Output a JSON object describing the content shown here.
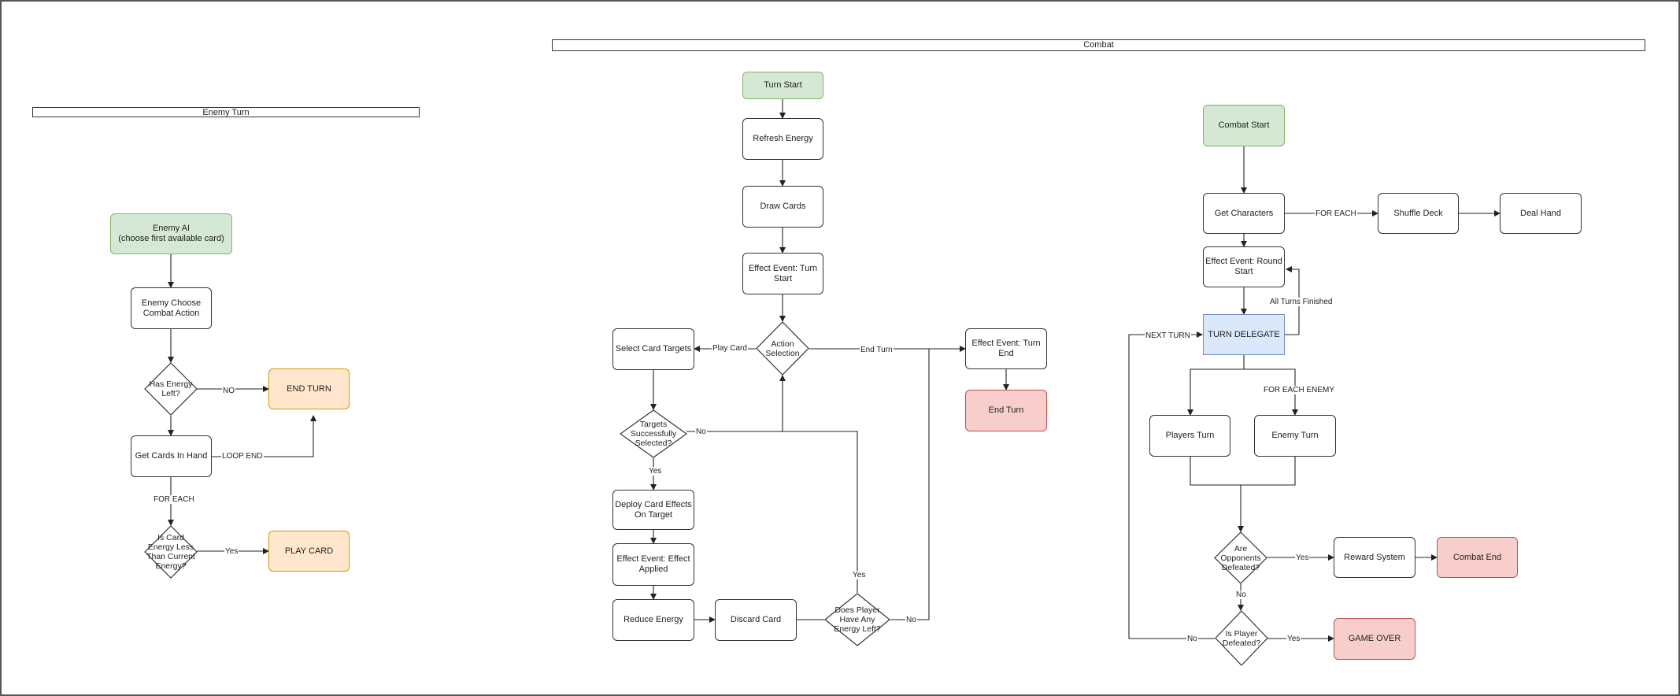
{
  "sections": {
    "enemy_turn": "Enemy Turn",
    "combat": "Combat"
  },
  "nodes": {
    "enemy_ai": "Enemy AI\n(choose first available card)",
    "enemy_choose_combat_action": "Enemy Choose\nCombat Action",
    "has_energy_left": "Has Energy\nLeft?",
    "end_turn_enemy": "END TURN",
    "get_cards_in_hand": "Get Cards In Hand",
    "is_card_energy_less": "Is Card\nEnergy Less\nThan Current\nEnergy?",
    "play_card": "PLAY CARD",
    "turn_start": "Turn Start",
    "refresh_energy": "Refresh Energy",
    "draw_cards": "Draw Cards",
    "effect_event_turn_start": "Effect Event: Turn\nStart",
    "action_selection": "Action\nSelection",
    "select_card_targets": "Select Card Targets",
    "targets_successfully_selected": "Targets\nSuccessfully\nSelected?",
    "deploy_card_effects": "Deploy Card Effects\nOn Target",
    "effect_event_effect_applied": "Effect Event: Effect\nApplied",
    "reduce_energy": "Reduce Energy",
    "discard_card": "Discard Card",
    "does_player_have_energy": "Does Player\nHave Any\nEnergy Left?",
    "effect_event_turn_end": "Effect Event: Turn\nEnd",
    "end_turn_player": "End Turn",
    "combat_start": "Combat Start",
    "get_characters": "Get Characters",
    "shuffle_deck": "Shuffle Deck",
    "deal_hand": "Deal Hand",
    "effect_event_round_start": "Effect Event: Round\nStart",
    "turn_delegate": "TURN DELEGATE",
    "players_turn": "Players Turn",
    "enemy_turn_node": "Enemy Turn",
    "are_opponents_defeated": "Are\nOpponents\nDefeated?",
    "reward_system": "Reward System",
    "combat_end": "Combat End",
    "is_player_defeated": "Is Player\nDefeated?",
    "game_over": "GAME OVER"
  },
  "edge_labels": {
    "no_energy": "NO",
    "loop_end": "LOOP END",
    "for_each": "FOR EACH",
    "yes_play": "Yes",
    "play_card": "Play Card",
    "end_turn": "End Turn",
    "targets_no": "No",
    "targets_yes": "Yes",
    "energy_yes": "Yes",
    "energy_no": "No",
    "for_each_characters": "FOR EACH",
    "all_turns_finished": "All Turns Finished",
    "next_turn": "NEXT TURN",
    "for_each_enemy": "FOR EACH ENEMY",
    "opponents_yes": "Yes",
    "opponents_no": "No",
    "player_defeated_yes": "Yes",
    "player_defeated_no": "No"
  }
}
